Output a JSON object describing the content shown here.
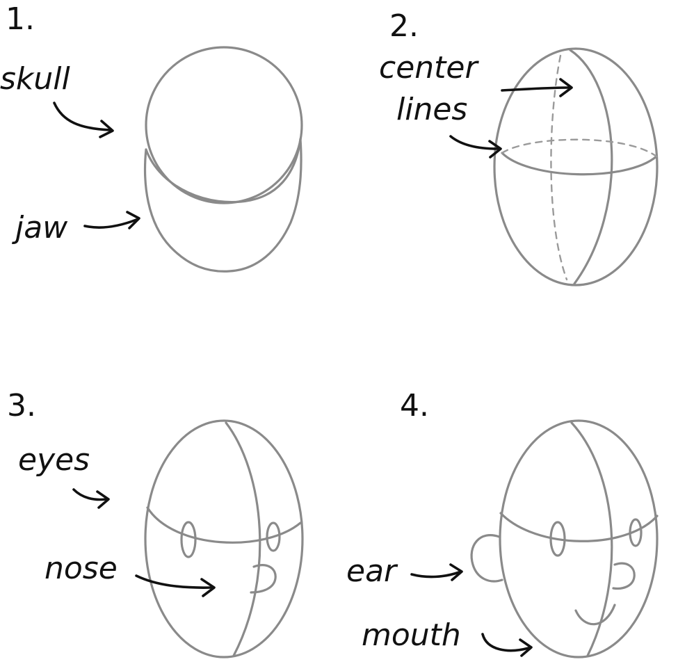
{
  "steps": {
    "s1": {
      "number": "1.",
      "labels": {
        "skull": "skull",
        "jaw": "jaw"
      }
    },
    "s2": {
      "number": "2.",
      "labels": {
        "center_line1": "center",
        "center_line2": "lines"
      }
    },
    "s3": {
      "number": "3.",
      "labels": {
        "eyes": "eyes",
        "nose": "nose"
      }
    },
    "s4": {
      "number": "4.",
      "labels": {
        "ear": "ear",
        "mouth": "mouth"
      }
    }
  },
  "colors": {
    "pencil": "#8a8a8a",
    "ink": "#111111",
    "background": "#ffffff"
  }
}
